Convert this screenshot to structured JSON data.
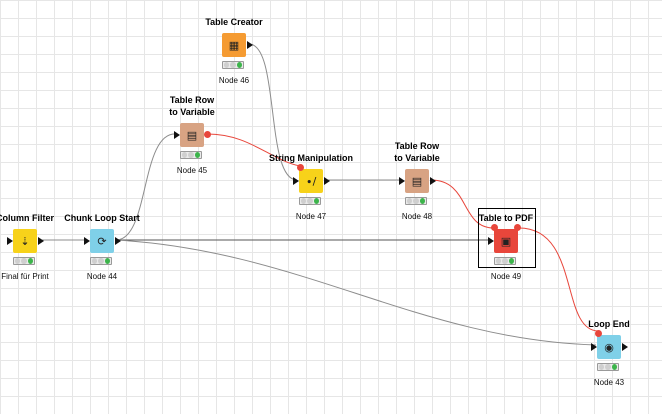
{
  "nodes": [
    {
      "id": "column-filter",
      "title": "Column Filter",
      "label": "Final für Print",
      "color": "#f7d21a",
      "glyph": "⇣"
    },
    {
      "id": "chunk-loop-start",
      "title": "Chunk Loop Start",
      "label": "Node 44",
      "color": "#7fd0e8",
      "glyph": "⟳"
    },
    {
      "id": "table-row-to-variable-45",
      "title": "Table Row\nto Variable",
      "label": "Node 45",
      "color": "#d8a383",
      "glyph": "▤"
    },
    {
      "id": "table-creator",
      "title": "Table Creator",
      "label": "Node 46",
      "color": "#f59b32",
      "glyph": "▦"
    },
    {
      "id": "string-manipulation",
      "title": "String Manipulation",
      "label": "Node 47",
      "color": "#f7d21a",
      "glyph": "∙/"
    },
    {
      "id": "table-row-to-variable-48",
      "title": "Table Row\nto Variable",
      "label": "Node 48",
      "color": "#d8a383",
      "glyph": "▤"
    },
    {
      "id": "table-to-pdf",
      "title": "Table to PDF",
      "label": "Node 49",
      "color": "#e8463b",
      "glyph": "▣"
    },
    {
      "id": "loop-end",
      "title": "Loop End",
      "label": "Node 43",
      "color": "#7fd0e8",
      "glyph": "◉"
    }
  ],
  "colors": {
    "data_edge": "#9a9a9a",
    "variable_edge": "#e8463b"
  }
}
